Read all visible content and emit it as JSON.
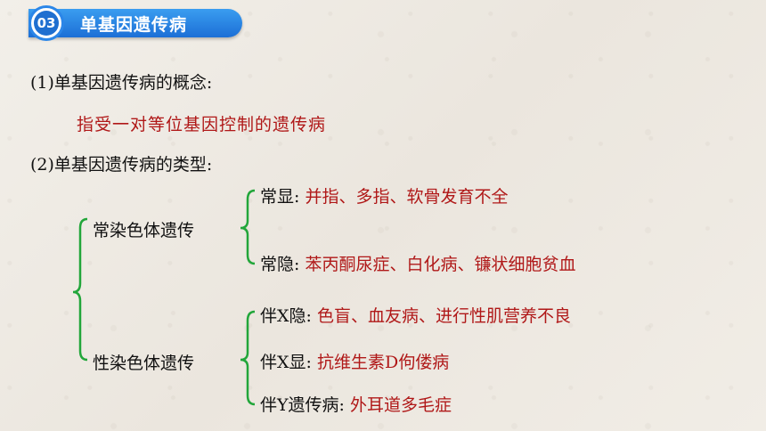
{
  "header": {
    "number": "03",
    "title": "单基因遗传病"
  },
  "concept": {
    "heading": "(1)单基因遗传病的概念:",
    "definition": "指受一对等位基因控制的遗传病"
  },
  "types": {
    "heading": "(2)单基因遗传病的类型:",
    "autosomal": {
      "label": "常染色体遗传",
      "dominant": {
        "label": "常显:",
        "examples": "并指、多指、软骨发育不全"
      },
      "recessive": {
        "label": "常隐:",
        "examples": "苯丙酮尿症、白化病、镰状细胞贫血"
      }
    },
    "sex_linked": {
      "label": "性染色体遗传",
      "x_recessive": {
        "label": "伴X隐:",
        "examples": "色盲、血友病、进行性肌营养不良"
      },
      "x_dominant": {
        "label": "伴X显:",
        "examples": "抗维生素D佝偻病"
      },
      "y_linked": {
        "label": "伴Y遗传病:",
        "examples": "外耳道多毛症"
      }
    }
  },
  "colors": {
    "accent": "#1f6fd0",
    "bracket": "#22a63a",
    "example_text": "#b01818"
  }
}
